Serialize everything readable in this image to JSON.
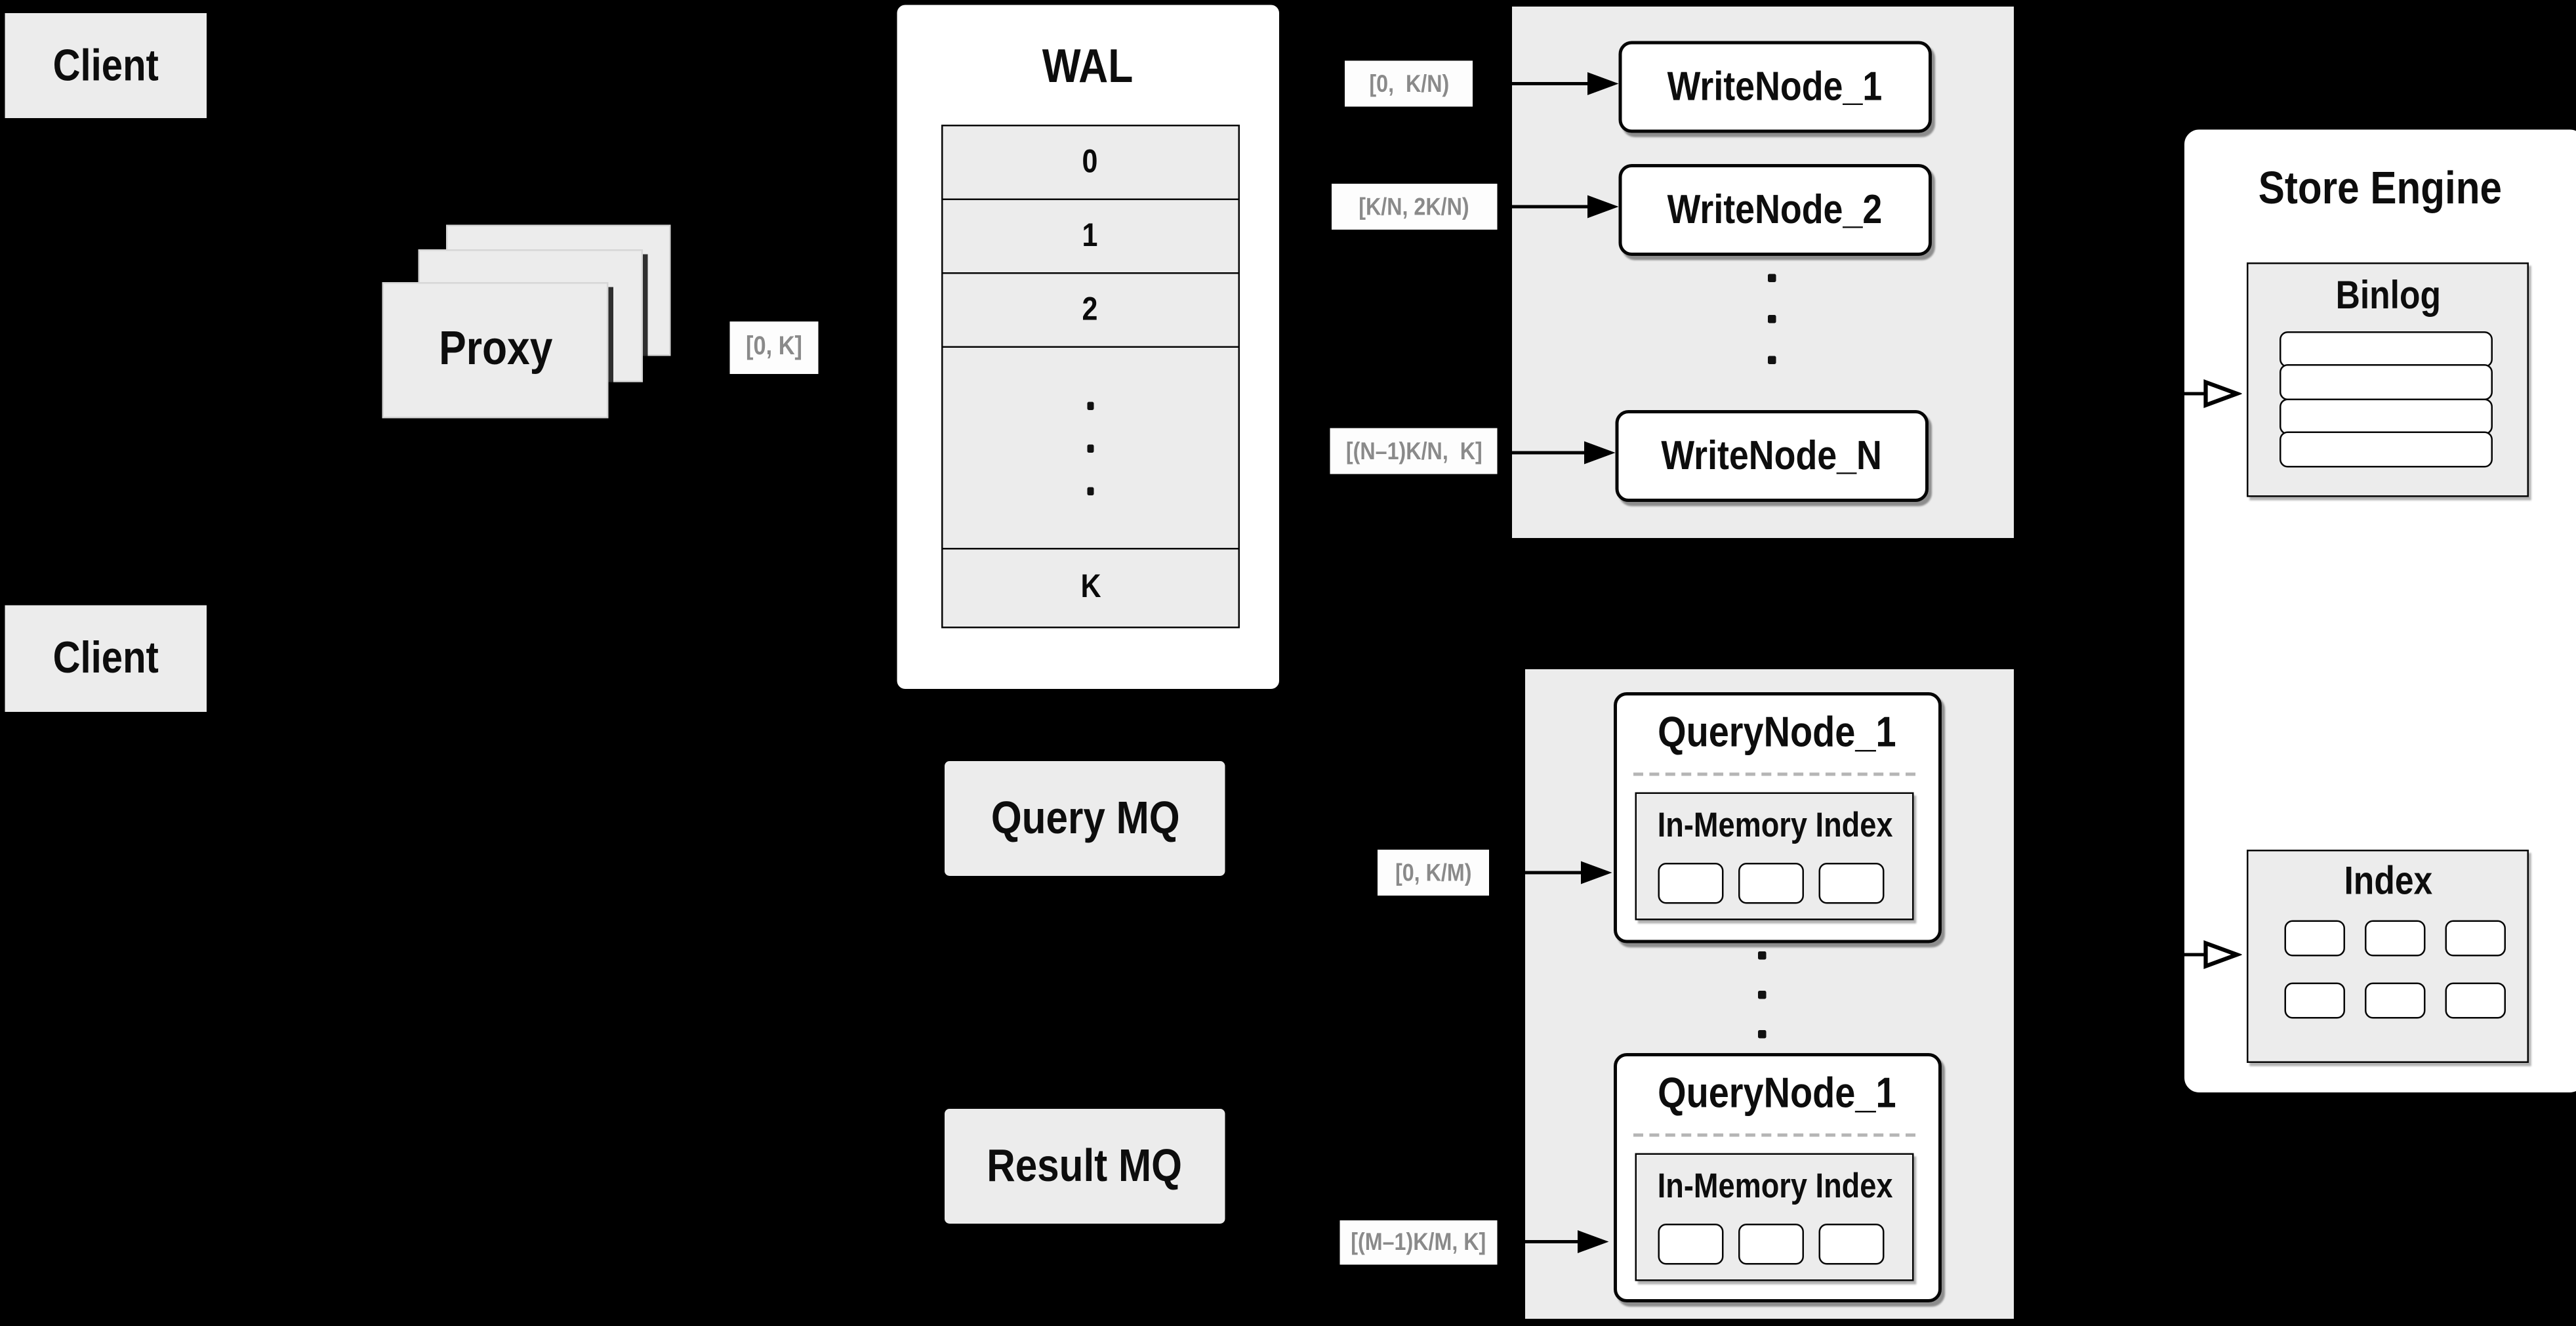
{
  "diagram": {
    "client_top": {
      "label": "Client"
    },
    "client_bottom": {
      "label": "Client"
    },
    "proxy": {
      "label": "Proxy",
      "range_label": "[0, K]"
    },
    "wal": {
      "title": "WAL",
      "rows": [
        "0",
        "1",
        "2",
        "K"
      ]
    },
    "write_group": {
      "nodes": [
        "WriteNode_1",
        "WriteNode_2",
        "WriteNode_N"
      ],
      "ranges": [
        "[0,  K/N)",
        "[K/N, 2K/N)",
        "[(N–1)K/N,  K]"
      ]
    },
    "store_engine": {
      "title": "Store Engine",
      "binlog": {
        "title": "Binlog",
        "row_count": 4
      },
      "index": {
        "title": "Index",
        "cell_count": 6
      }
    },
    "mq": {
      "query": "Query MQ",
      "result": "Result MQ"
    },
    "query_group": {
      "nodes": [
        {
          "title": "QueryNode_1",
          "inner_title": "In-Memory Index",
          "cell_count": 3
        },
        {
          "title": "QueryNode_1",
          "inner_title": "In-Memory Index",
          "cell_count": 3
        }
      ],
      "ranges": [
        "[0, K/M)",
        "[(M–1)K/M, K]"
      ]
    },
    "colors": {
      "background": "#000000",
      "panel_gray": "#ececec",
      "box_white": "#ffffff",
      "line_black": "#000000",
      "range_label_text": "#8a8a8a"
    }
  }
}
